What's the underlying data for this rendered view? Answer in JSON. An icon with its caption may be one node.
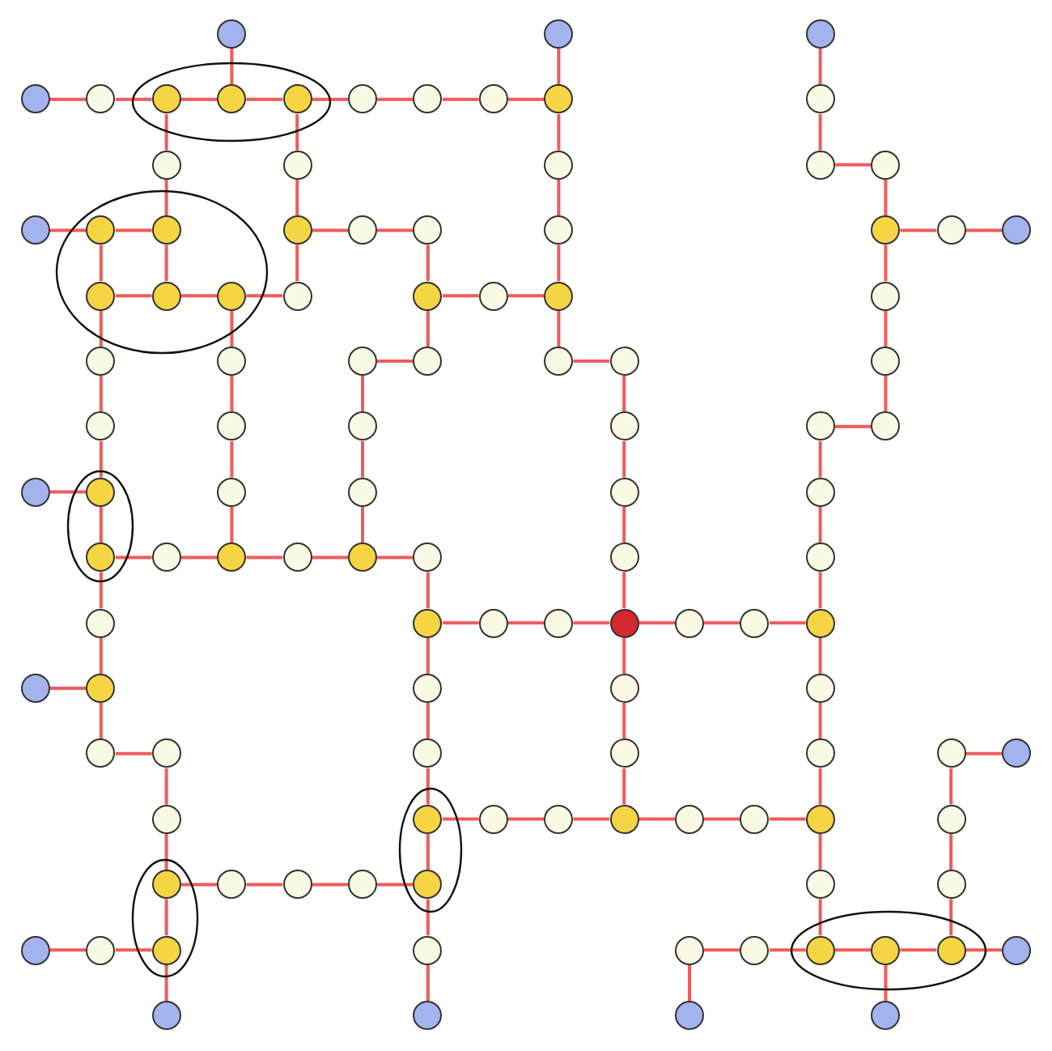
{
  "diagram": {
    "nodes": [
      {
        "text": [],
        "shape": "circle"
      },
      {
        "text": [],
        "shape": "circle"
      },
      {
        "text": [],
        "shape": "circle"
      },
      {
        "text": [],
        "shape": "circle"
      },
      {
        "text": [],
        "shape": "circle"
      },
      {
        "text": [],
        "shape": "circle"
      },
      {
        "text": [],
        "shape": "circle"
      },
      {
        "text": [],
        "shape": "circle"
      },
      {
        "text": [],
        "shape": "circle"
      },
      {
        "text": [],
        "shape": "circle"
      },
      {
        "text": [],
        "shape": "circle"
      },
      {
        "text": [],
        "shape": "circle"
      },
      {
        "text": [],
        "shape": "circle"
      },
      {
        "text": [],
        "shape": "circle"
      },
      {
        "text": [],
        "shape": "circle"
      },
      {
        "text": [],
        "shape": "circle"
      },
      {
        "text": [],
        "shape": "circle"
      },
      {
        "text": [],
        "shape": "circle"
      },
      {
        "text": [],
        "shape": "circle"
      },
      {
        "text": [],
        "shape": "circle"
      },
      {
        "text": [],
        "shape": "circle"
      },
      {
        "text": [],
        "shape": "circle"
      },
      {
        "text": [],
        "shape": "circle"
      },
      {
        "text": [],
        "shape": "circle"
      },
      {
        "text": [],
        "shape": "circle"
      },
      {
        "text": [],
        "shape": "circle"
      },
      {
        "text": [],
        "shape": "circle"
      },
      {
        "text": [],
        "shape": "circle"
      },
      {
        "text": [],
        "shape": "circle"
      },
      {
        "text": [],
        "shape": "circle"
      },
      {
        "text": [],
        "shape": "circle"
      },
      {
        "text": [],
        "shape": "circle"
      },
      {
        "text": [],
        "shape": "circle"
      },
      {
        "text": [],
        "shape": "circle"
      },
      {
        "text": [],
        "shape": "circle"
      },
      {
        "text": [],
        "shape": "circle"
      },
      {
        "text": [],
        "shape": "circle"
      },
      {
        "text": [],
        "shape": "circle"
      },
      {
        "text": [],
        "shape": "circle"
      },
      {
        "text": [],
        "shape": "circle"
      },
      {
        "text": [],
        "shape": "circle"
      },
      {
        "text": [],
        "shape": "circle"
      },
      {
        "text": [],
        "shape": "circle"
      },
      {
        "text": [],
        "shape": "circle"
      },
      {
        "text": [],
        "shape": "circle"
      },
      {
        "text": [],
        "shape": "circle"
      },
      {
        "text": [],
        "shape": "circle"
      },
      {
        "text": [],
        "shape": "circle"
      },
      {
        "text": [],
        "shape": "circle"
      },
      {
        "text": [],
        "shape": "circle"
      },
      {
        "text": [],
        "shape": "circle"
      },
      {
        "text": [],
        "shape": "circle"
      },
      {
        "text": [],
        "shape": "circle"
      },
      {
        "text": [],
        "shape": "circle"
      },
      {
        "text": [],
        "shape": "circle"
      },
      {
        "text": [],
        "shape": "circle"
      },
      {
        "text": [],
        "shape": "circle"
      },
      {
        "text": [],
        "shape": "circle"
      },
      {
        "text": [],
        "shape": "circle"
      },
      {
        "text": [],
        "shape": "circle"
      },
      {
        "text": [],
        "shape": "circle"
      },
      {
        "text": [],
        "shape": "circle"
      },
      {
        "text": [],
        "shape": "circle"
      },
      {
        "text": [],
        "shape": "circle"
      },
      {
        "text": [],
        "shape": "circle"
      },
      {
        "text": [],
        "shape": "circle"
      },
      {
        "text": [],
        "shape": "circle"
      },
      {
        "text": [],
        "shape": "circle"
      },
      {
        "text": [],
        "shape": "circle"
      },
      {
        "text": [],
        "shape": "circle"
      },
      {
        "text": [],
        "shape": "circle"
      },
      {
        "text": [],
        "shape": "circle"
      },
      {
        "text": [],
        "shape": "circle"
      },
      {
        "text": [],
        "shape": "circle"
      },
      {
        "text": [],
        "shape": "circle"
      },
      {
        "text": [],
        "shape": "circle"
      },
      {
        "text": [],
        "shape": "circle"
      },
      {
        "text": [],
        "shape": "circle"
      },
      {
        "text": [],
        "shape": "circle"
      },
      {
        "text": [],
        "shape": "circle"
      },
      {
        "text": [],
        "shape": "circle"
      },
      {
        "text": [],
        "shape": "circle"
      },
      {
        "text": [],
        "shape": "circle"
      },
      {
        "text": [],
        "shape": "circle"
      },
      {
        "text": [],
        "shape": "circle"
      },
      {
        "text": [],
        "shape": "circle"
      },
      {
        "text": [],
        "shape": "circle"
      },
      {
        "text": [],
        "shape": "circle"
      },
      {
        "text": [],
        "shape": "circle"
      },
      {
        "text": [],
        "shape": "circle"
      },
      {
        "text": [],
        "shape": "circle"
      },
      {
        "text": [],
        "shape": "circle"
      },
      {
        "text": [],
        "shape": "circle"
      },
      {
        "text": [],
        "shape": "circle"
      },
      {
        "text": [],
        "shape": "circle"
      },
      {
        "text": [],
        "shape": "circle"
      },
      {
        "text": [],
        "shape": "circle"
      },
      {
        "text": [],
        "shape": "circle"
      },
      {
        "text": [],
        "shape": "circle"
      },
      {
        "text": [],
        "shape": "circle"
      },
      {
        "text": [],
        "shape": "circle"
      },
      {
        "text": [],
        "shape": "circle"
      },
      {
        "text": [],
        "shape": "circle"
      },
      {
        "text": [],
        "shape": "circle"
      },
      {
        "text": [],
        "shape": "circle"
      },
      {
        "text": [],
        "shape": "circle"
      },
      {
        "text": [],
        "shape": "circle"
      },
      {
        "text": [],
        "shape": "circle"
      },
      {
        "text": [],
        "shape": "circle"
      },
      {
        "text": [],
        "shape": "circle"
      },
      {
        "text": [],
        "shape": "circle"
      },
      {
        "text": [],
        "shape": "circle"
      },
      {
        "text": [],
        "shape": "circle"
      }
    ],
    "edges": [
      {
        "from": 3,
        "to": 4,
        "arrow": "none"
      },
      {
        "from": 4,
        "to": 5,
        "arrow": "none"
      },
      {
        "from": 5,
        "to": 6,
        "arrow": "none"
      },
      {
        "from": 6,
        "to": 7,
        "arrow": "none"
      },
      {
        "from": 7,
        "to": 8,
        "arrow": "none"
      },
      {
        "from": 8,
        "to": 9,
        "arrow": "none"
      },
      {
        "from": 9,
        "to": 10,
        "arrow": "none"
      },
      {
        "from": 10,
        "to": 11,
        "arrow": "none"
      },
      {
        "from": 0,
        "to": 6,
        "arrow": "none"
      },
      {
        "from": 1,
        "to": 11,
        "arrow": "none"
      },
      {
        "from": 2,
        "to": 12,
        "arrow": "none"
      },
      {
        "from": 5,
        "to": 13,
        "arrow": "none"
      },
      {
        "from": 7,
        "to": 14,
        "arrow": "none"
      },
      {
        "from": 11,
        "to": 15,
        "arrow": "none"
      },
      {
        "from": 12,
        "to": 16,
        "arrow": "none"
      },
      {
        "from": 16,
        "to": 17,
        "arrow": "none"
      },
      {
        "from": 18,
        "to": 19,
        "arrow": "none"
      },
      {
        "from": 19,
        "to": 20,
        "arrow": "none"
      },
      {
        "from": 13,
        "to": 20,
        "arrow": "none"
      },
      {
        "from": 14,
        "to": 21,
        "arrow": "none"
      },
      {
        "from": 21,
        "to": 22,
        "arrow": "none"
      },
      {
        "from": 22,
        "to": 23,
        "arrow": "none"
      },
      {
        "from": 15,
        "to": 24,
        "arrow": "none"
      },
      {
        "from": 17,
        "to": 25,
        "arrow": "none"
      },
      {
        "from": 25,
        "to": 26,
        "arrow": "none"
      },
      {
        "from": 26,
        "to": 27,
        "arrow": "none"
      },
      {
        "from": 19,
        "to": 28,
        "arrow": "none"
      },
      {
        "from": 20,
        "to": 29,
        "arrow": "none"
      },
      {
        "from": 28,
        "to": 29,
        "arrow": "none"
      },
      {
        "from": 29,
        "to": 30,
        "arrow": "none"
      },
      {
        "from": 30,
        "to": 31,
        "arrow": "none"
      },
      {
        "from": 21,
        "to": 31,
        "arrow": "none"
      },
      {
        "from": 23,
        "to": 32,
        "arrow": "none"
      },
      {
        "from": 32,
        "to": 33,
        "arrow": "none"
      },
      {
        "from": 33,
        "to": 34,
        "arrow": "none"
      },
      {
        "from": 24,
        "to": 34,
        "arrow": "none"
      },
      {
        "from": 25,
        "to": 35,
        "arrow": "none"
      },
      {
        "from": 28,
        "to": 36,
        "arrow": "none"
      },
      {
        "from": 30,
        "to": 37,
        "arrow": "none"
      },
      {
        "from": 32,
        "to": 39,
        "arrow": "none"
      },
      {
        "from": 38,
        "to": 39,
        "arrow": "none"
      },
      {
        "from": 34,
        "to": 40,
        "arrow": "none"
      },
      {
        "from": 40,
        "to": 41,
        "arrow": "none"
      },
      {
        "from": 35,
        "to": 42,
        "arrow": "none"
      },
      {
        "from": 36,
        "to": 43,
        "arrow": "none"
      },
      {
        "from": 37,
        "to": 44,
        "arrow": "none"
      },
      {
        "from": 38,
        "to": 45,
        "arrow": "none"
      },
      {
        "from": 41,
        "to": 46,
        "arrow": "none"
      },
      {
        "from": 47,
        "to": 48,
        "arrow": "none"
      },
      {
        "from": 42,
        "to": 48,
        "arrow": "none"
      },
      {
        "from": 49,
        "to": 50,
        "arrow": "none"
      },
      {
        "from": 43,
        "to": 50,
        "arrow": "none"
      },
      {
        "from": 44,
        "to": 51,
        "arrow": "none"
      },
      {
        "from": 45,
        "to": 52,
        "arrow": "none"
      },
      {
        "from": 46,
        "to": 53,
        "arrow": "none"
      },
      {
        "from": 47,
        "to": 54,
        "arrow": "none"
      },
      {
        "from": 50,
        "to": 55,
        "arrow": "none"
      },
      {
        "from": 55,
        "to": 56,
        "arrow": "none"
      },
      {
        "from": 56,
        "to": 57,
        "arrow": "none"
      },
      {
        "from": 57,
        "to": 58,
        "arrow": "none"
      },
      {
        "from": 58,
        "to": 59,
        "arrow": "none"
      },
      {
        "from": 59,
        "to": 60,
        "arrow": "none"
      },
      {
        "from": 51,
        "to": 57,
        "arrow": "none"
      },
      {
        "from": 52,
        "to": 59,
        "arrow": "none"
      },
      {
        "from": 53,
        "to": 61,
        "arrow": "none"
      },
      {
        "from": 54,
        "to": 62,
        "arrow": "none"
      },
      {
        "from": 55,
        "to": 63,
        "arrow": "none"
      },
      {
        "from": 60,
        "to": 64,
        "arrow": "none"
      },
      {
        "from": 64,
        "to": 65,
        "arrow": "none"
      },
      {
        "from": 65,
        "to": 66,
        "arrow": "none"
      },
      {
        "from": 66,
        "to": 67,
        "arrow": "none"
      },
      {
        "from": 67,
        "to": 68,
        "arrow": "none"
      },
      {
        "from": 68,
        "to": 69,
        "arrow": "none"
      },
      {
        "from": 69,
        "to": 70,
        "arrow": "none"
      },
      {
        "from": 61,
        "to": 67,
        "arrow": "none"
      },
      {
        "from": 62,
        "to": 70,
        "arrow": "none"
      },
      {
        "from": 71,
        "to": 72,
        "arrow": "none"
      },
      {
        "from": 63,
        "to": 72,
        "arrow": "none"
      },
      {
        "from": 64,
        "to": 73,
        "arrow": "none"
      },
      {
        "from": 67,
        "to": 74,
        "arrow": "none"
      },
      {
        "from": 70,
        "to": 75,
        "arrow": "none"
      },
      {
        "from": 72,
        "to": 76,
        "arrow": "none"
      },
      {
        "from": 76,
        "to": 77,
        "arrow": "none"
      },
      {
        "from": 73,
        "to": 78,
        "arrow": "none"
      },
      {
        "from": 74,
        "to": 79,
        "arrow": "none"
      },
      {
        "from": 75,
        "to": 80,
        "arrow": "none"
      },
      {
        "from": 81,
        "to": 82,
        "arrow": "none"
      },
      {
        "from": 77,
        "to": 83,
        "arrow": "none"
      },
      {
        "from": 78,
        "to": 84,
        "arrow": "none"
      },
      {
        "from": 84,
        "to": 85,
        "arrow": "none"
      },
      {
        "from": 85,
        "to": 86,
        "arrow": "none"
      },
      {
        "from": 86,
        "to": 87,
        "arrow": "none"
      },
      {
        "from": 87,
        "to": 88,
        "arrow": "none"
      },
      {
        "from": 88,
        "to": 89,
        "arrow": "none"
      },
      {
        "from": 89,
        "to": 90,
        "arrow": "none"
      },
      {
        "from": 79,
        "to": 87,
        "arrow": "none"
      },
      {
        "from": 80,
        "to": 90,
        "arrow": "none"
      },
      {
        "from": 81,
        "to": 91,
        "arrow": "none"
      },
      {
        "from": 83,
        "to": 92,
        "arrow": "none"
      },
      {
        "from": 92,
        "to": 93,
        "arrow": "none"
      },
      {
        "from": 93,
        "to": 94,
        "arrow": "none"
      },
      {
        "from": 94,
        "to": 95,
        "arrow": "none"
      },
      {
        "from": 95,
        "to": 96,
        "arrow": "none"
      },
      {
        "from": 84,
        "to": 96,
        "arrow": "none"
      },
      {
        "from": 90,
        "to": 97,
        "arrow": "none"
      },
      {
        "from": 91,
        "to": 98,
        "arrow": "none"
      },
      {
        "from": 99,
        "to": 100,
        "arrow": "none"
      },
      {
        "from": 100,
        "to": 101,
        "arrow": "none"
      },
      {
        "from": 92,
        "to": 101,
        "arrow": "none"
      },
      {
        "from": 96,
        "to": 102,
        "arrow": "none"
      },
      {
        "from": 103,
        "to": 104,
        "arrow": "none"
      },
      {
        "from": 104,
        "to": 105,
        "arrow": "none"
      },
      {
        "from": 105,
        "to": 106,
        "arrow": "none"
      },
      {
        "from": 106,
        "to": 107,
        "arrow": "none"
      },
      {
        "from": 107,
        "to": 108,
        "arrow": "none"
      },
      {
        "from": 97,
        "to": 105,
        "arrow": "none"
      },
      {
        "from": 98,
        "to": 107,
        "arrow": "none"
      },
      {
        "from": 101,
        "to": 109,
        "arrow": "none"
      },
      {
        "from": 102,
        "to": 110,
        "arrow": "none"
      },
      {
        "from": 103,
        "to": 111,
        "arrow": "none"
      },
      {
        "from": 106,
        "to": 112,
        "arrow": "none"
      }
    ]
  }
}
